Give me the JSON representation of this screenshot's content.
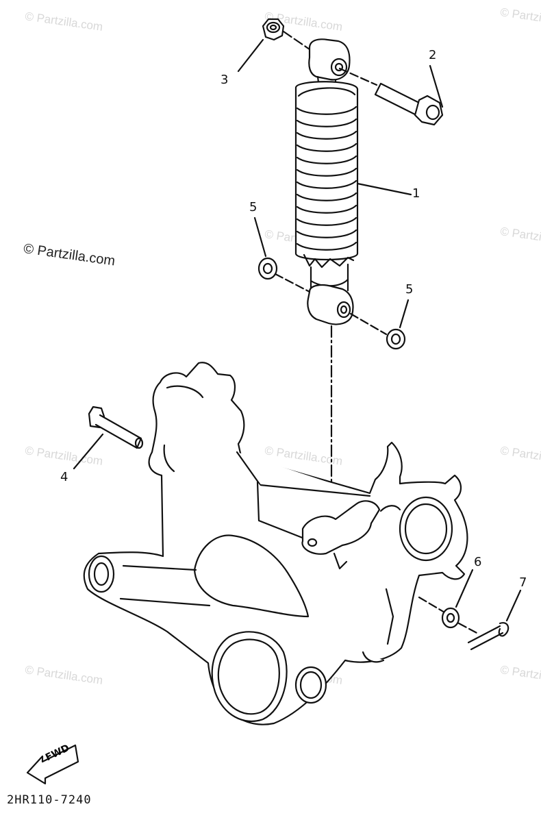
{
  "watermark": {
    "text": "© Partzilla.com"
  },
  "callouts": {
    "c1": "1",
    "c2": "2",
    "c3": "3",
    "c4": "4",
    "c5a": "5",
    "c5b": "5",
    "c6": "6",
    "c7": "7"
  },
  "fwd_label": "FWD",
  "part_number": "2HR110-7240"
}
